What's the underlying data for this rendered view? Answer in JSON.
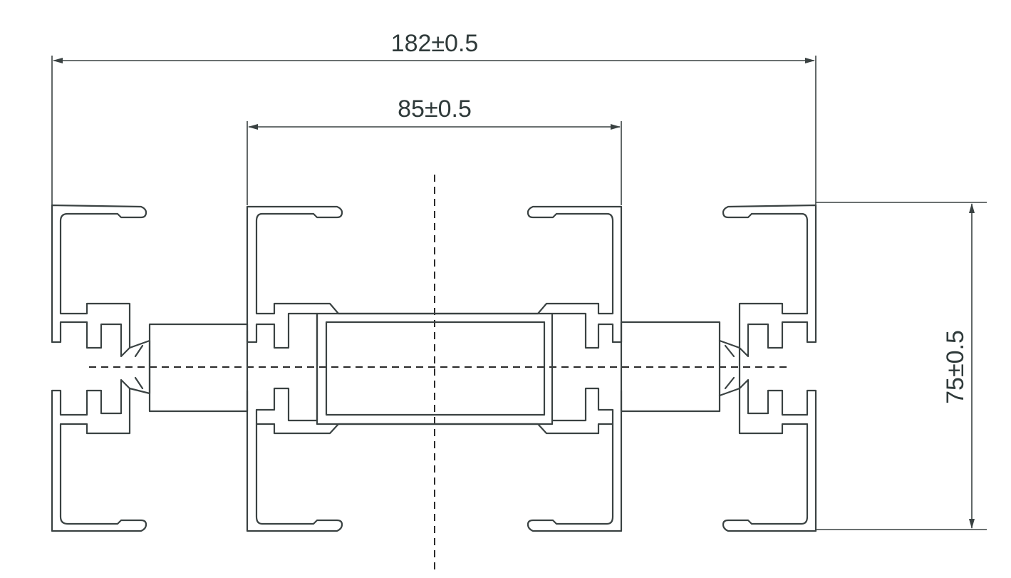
{
  "dimensions": {
    "overall_width": "182±0.5",
    "inner_width": "85±0.5",
    "height": "75±0.5"
  },
  "colors": {
    "line": "#3a4242",
    "text": "#2f3a3a",
    "background": "#ffffff"
  }
}
